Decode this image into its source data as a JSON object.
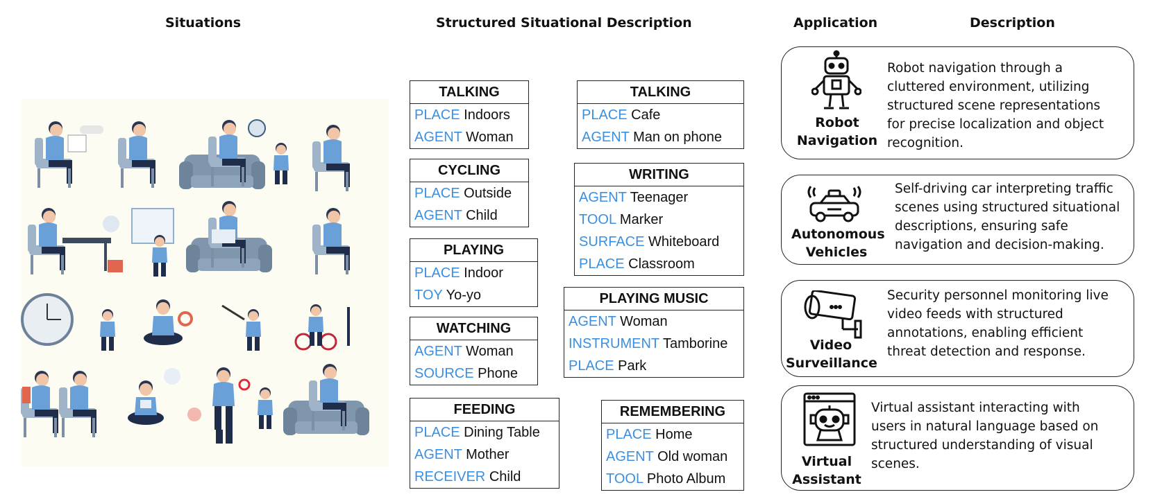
{
  "headers": {
    "situations": "Situations",
    "ssd": "Structured Situational Description",
    "application": "Application",
    "description": "Description"
  },
  "frames": [
    {
      "title": "TALKING",
      "rows": [
        {
          "role": "PLACE",
          "value": "Indoors"
        },
        {
          "role": "AGENT",
          "value": "Woman"
        }
      ]
    },
    {
      "title": "CYCLING",
      "rows": [
        {
          "role": "PLACE",
          "value": "Outside"
        },
        {
          "role": "AGENT",
          "value": "Child"
        }
      ]
    },
    {
      "title": "PLAYING",
      "rows": [
        {
          "role": "PLACE",
          "value": "Indoor"
        },
        {
          "role": "TOY",
          "value": "Yo-yo"
        }
      ]
    },
    {
      "title": "WATCHING",
      "rows": [
        {
          "role": "AGENT",
          "value": "Woman"
        },
        {
          "role": "SOURCE",
          "value": "Phone"
        }
      ]
    },
    {
      "title": "FEEDING",
      "rows": [
        {
          "role": "PLACE",
          "value": "Dining Table"
        },
        {
          "role": "AGENT",
          "value": "Mother"
        },
        {
          "role": "RECEIVER",
          "value": "Child"
        }
      ]
    },
    {
      "title": "TALKING",
      "rows": [
        {
          "role": "PLACE",
          "value": "Cafe"
        },
        {
          "role": "AGENT",
          "value": "Man on phone"
        }
      ]
    },
    {
      "title": "WRITING",
      "rows": [
        {
          "role": "AGENT",
          "value": "Teenager"
        },
        {
          "role": "TOOL",
          "value": "Marker"
        },
        {
          "role": "SURFACE",
          "value": "Whiteboard"
        },
        {
          "role": "PLACE",
          "value": "Classroom"
        }
      ]
    },
    {
      "title": "PLAYING MUSIC",
      "rows": [
        {
          "role": "AGENT",
          "value": "Woman"
        },
        {
          "role": "INSTRUMENT",
          "value": "Tamborine"
        },
        {
          "role": "PLACE",
          "value": "Park"
        }
      ]
    },
    {
      "title": "REMEMBERING",
      "rows": [
        {
          "role": "PLACE",
          "value": "Home"
        },
        {
          "role": "AGENT",
          "value": "Old woman"
        },
        {
          "role": "TOOL",
          "value": "Photo Album"
        }
      ]
    }
  ],
  "applications": [
    {
      "name_line1": "Robot",
      "name_line2": "Navigation",
      "icon": "robot-icon",
      "desc": [
        "Robot navigation through a",
        "cluttered environment, utilizing",
        "structured scene representations",
        "for precise localization and object",
        "recognition."
      ]
    },
    {
      "name_line1": "Autonomous",
      "name_line2": "Vehicles",
      "icon": "autonomous-car-icon",
      "desc": [
        "Self-driving car interpreting traffic",
        "scenes using structured situational",
        "descriptions, ensuring safe",
        "navigation and decision-making."
      ]
    },
    {
      "name_line1": "Video",
      "name_line2": "Surveillance",
      "icon": "security-camera-icon",
      "desc": [
        "Security personnel monitoring live",
        "video feeds with structured",
        "annotations, enabling efficient",
        "threat detection and response."
      ]
    },
    {
      "name_line1": "Virtual",
      "name_line2": "Assistant",
      "icon": "virtual-assistant-icon",
      "desc": [
        "Virtual assistant interacting with",
        "users in natural language based on",
        "structured understanding of visual",
        "scenes."
      ]
    }
  ],
  "colors": {
    "role": "#3a8fe0",
    "figure": "#6aa0d8",
    "dark": "#1f2d4a",
    "panel": "#fcfcf2"
  }
}
